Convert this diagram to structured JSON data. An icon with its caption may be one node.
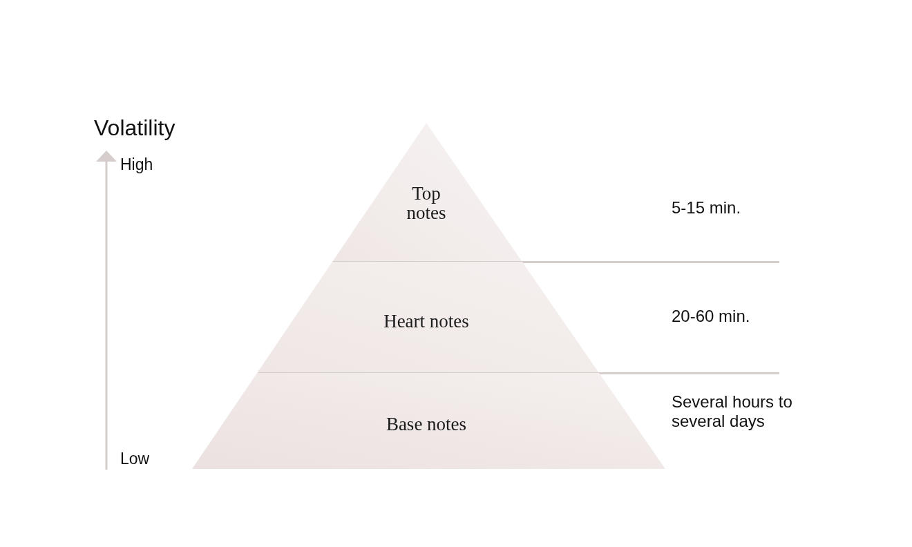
{
  "diagram": {
    "nodes": [
      {
        "text": [
          "Top notes"
        ]
      },
      {
        "text": [
          "Heart notes"
        ]
      },
      {
        "text": [
          "Base notes"
        ]
      }
    ],
    "labels": [
      "Volatility",
      "High",
      "5-15 min.",
      "20-60 min.",
      "Several hours to several days",
      "Low"
    ]
  }
}
